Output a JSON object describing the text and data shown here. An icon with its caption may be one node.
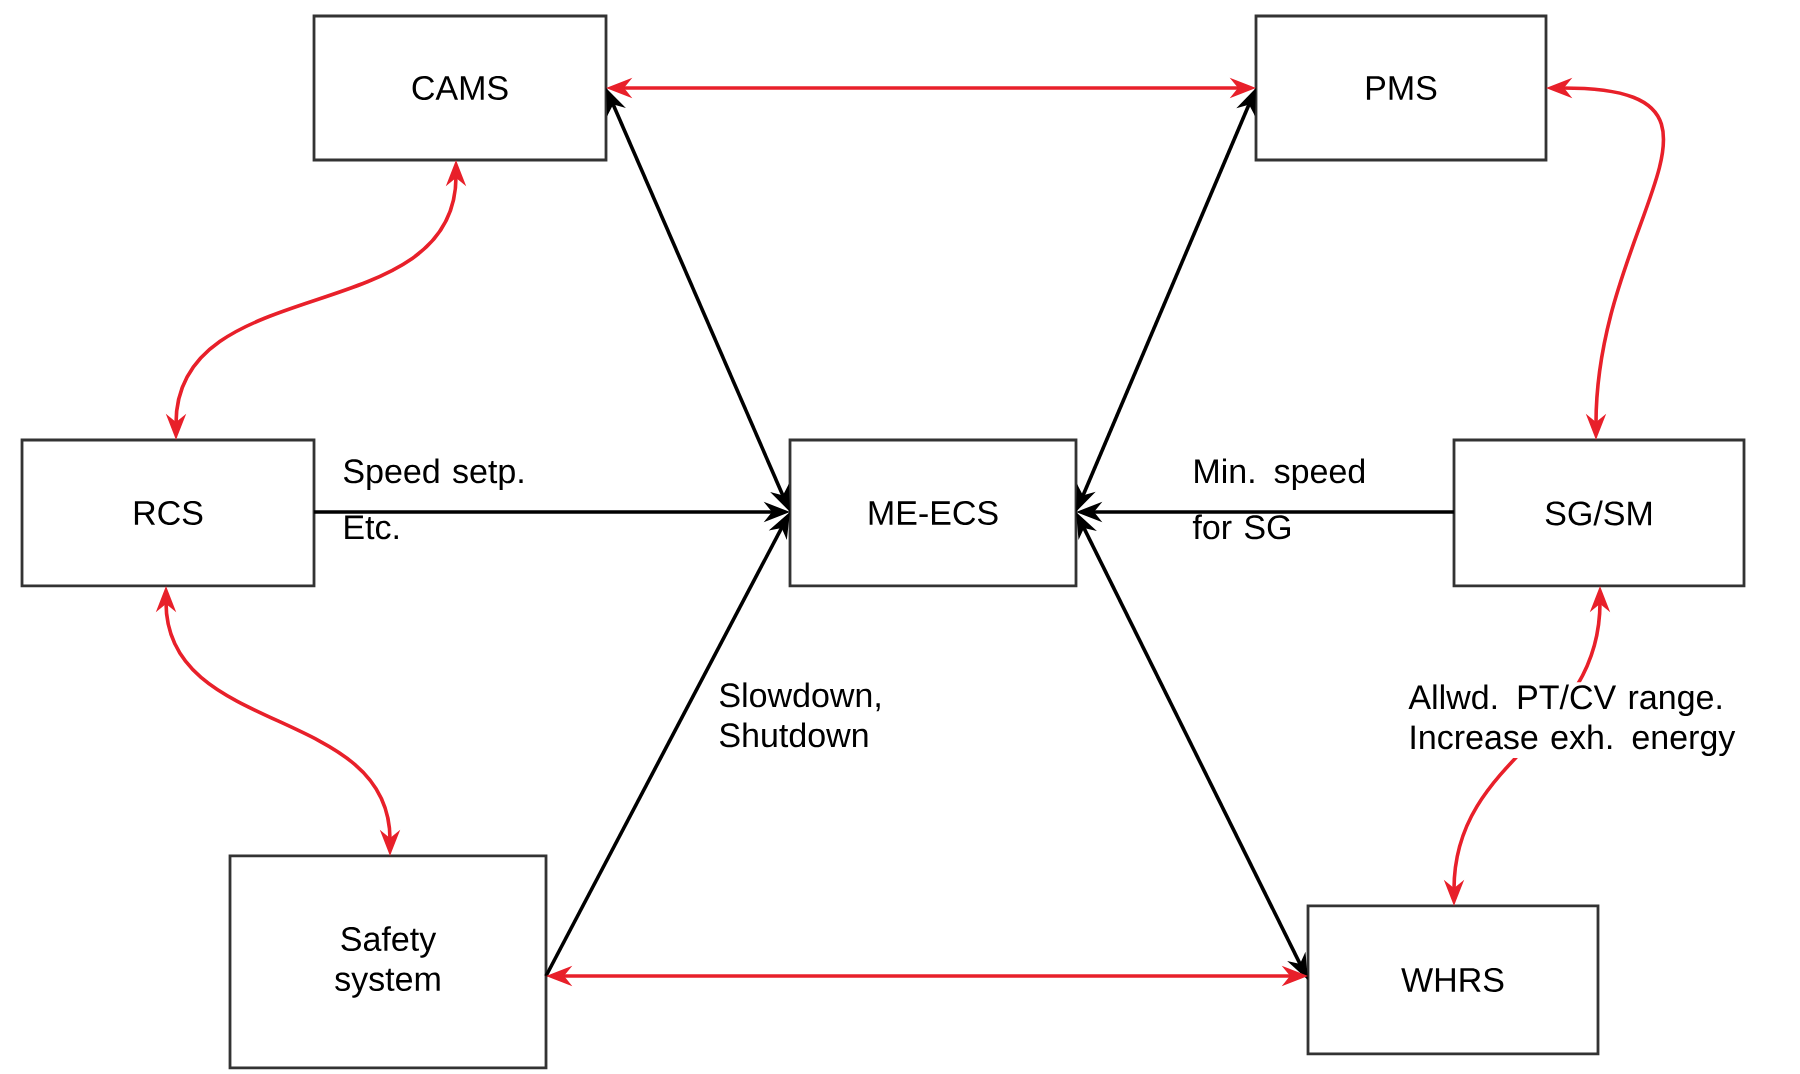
{
  "diagram": {
    "nodes": [
      {
        "text": [
          "CAMS"
        ]
      },
      {
        "text": [
          "PMS"
        ]
      },
      {
        "text": [
          "RCS"
        ]
      },
      {
        "text": [
          "ME-ECS"
        ]
      },
      {
        "text": [
          "SG/SM"
        ]
      },
      {
        "text": [
          "Safety system"
        ]
      },
      {
        "text": [
          "WHRS"
        ]
      }
    ],
    "edges": [
      {
        "from": 0,
        "to": 1,
        "arrow": "both",
        "color": "#e8202a"
      },
      {
        "from": 0,
        "to": 3,
        "arrow": "both",
        "color": "#000000"
      },
      {
        "from": 1,
        "to": 3,
        "arrow": "both",
        "color": "#000000"
      },
      {
        "from": 2,
        "to": 3,
        "arrow": "to",
        "label": "Speed setp. Etc.",
        "color": "#000000"
      },
      {
        "from": 4,
        "to": 3,
        "arrow": "to",
        "label": "Min. speed for SG",
        "color": "#000000"
      },
      {
        "from": 5,
        "to": 3,
        "arrow": "to",
        "label": "Slowdown, Shutdown",
        "color": "#000000"
      },
      {
        "from": 3,
        "to": 6,
        "arrow": "both",
        "color": "#000000"
      },
      {
        "from": 0,
        "to": 2,
        "arrow": "both",
        "color": "#e8202a"
      },
      {
        "from": 1,
        "to": 4,
        "arrow": "both",
        "color": "#e8202a"
      },
      {
        "from": 2,
        "to": 5,
        "arrow": "both",
        "color": "#e8202a"
      },
      {
        "from": 4,
        "to": 6,
        "arrow": "both",
        "color": "#e8202a",
        "label": "Allwd. PT/CV range. Increase exh. energy"
      },
      {
        "from": 5,
        "to": 6,
        "arrow": "both",
        "color": "#e8202a"
      }
    ]
  }
}
